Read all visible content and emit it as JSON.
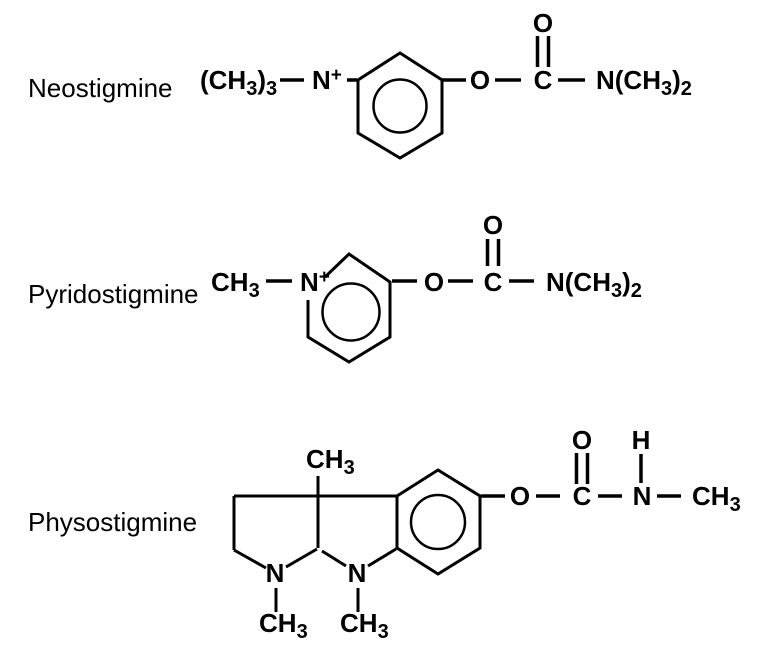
{
  "colors": {
    "ink": "#000000",
    "background": "#ffffff"
  },
  "compounds": {
    "neostigmine": {
      "label": "Neostigmine",
      "trimethyl_open": "(CH",
      "trimethyl_sub1": "3",
      "trimethyl_close": ")",
      "trimethyl_sub2": "3",
      "ring_nitrogen": "N",
      "charge": "+",
      "ester_oxygen": "O",
      "carbonyl_carbon": "C",
      "carbonyl_oxygen": "O",
      "amine_open": "N(CH",
      "amine_sub3": "3",
      "amine_close": ")",
      "amine_sub2": "2"
    },
    "pyridostigmine": {
      "label": "Pyridostigmine",
      "methyl_main": "CH",
      "methyl_sub": "3",
      "ring_nitrogen": "N",
      "charge": "+",
      "ester_oxygen": "O",
      "carbonyl_carbon": "C",
      "carbonyl_oxygen": "O",
      "amine_open": "N(CH",
      "amine_sub3": "3",
      "amine_close": ")",
      "amine_sub2": "2"
    },
    "physostigmine": {
      "label": "Physostigmine",
      "top_methyl_main": "CH",
      "top_methyl_sub": "3",
      "pyrrolidine_nitrogen": "N",
      "indoline_nitrogen": "N",
      "left_n_methyl_main": "CH",
      "left_n_methyl_sub": "3",
      "right_n_methyl_main": "CH",
      "right_n_methyl_sub": "3",
      "ester_oxygen": "O",
      "carbonyl_carbon": "C",
      "carbonyl_oxygen": "O",
      "amide_hydrogen": "H",
      "amide_nitrogen": "N",
      "n_methyl_main": "CH",
      "n_methyl_sub": "3"
    }
  }
}
